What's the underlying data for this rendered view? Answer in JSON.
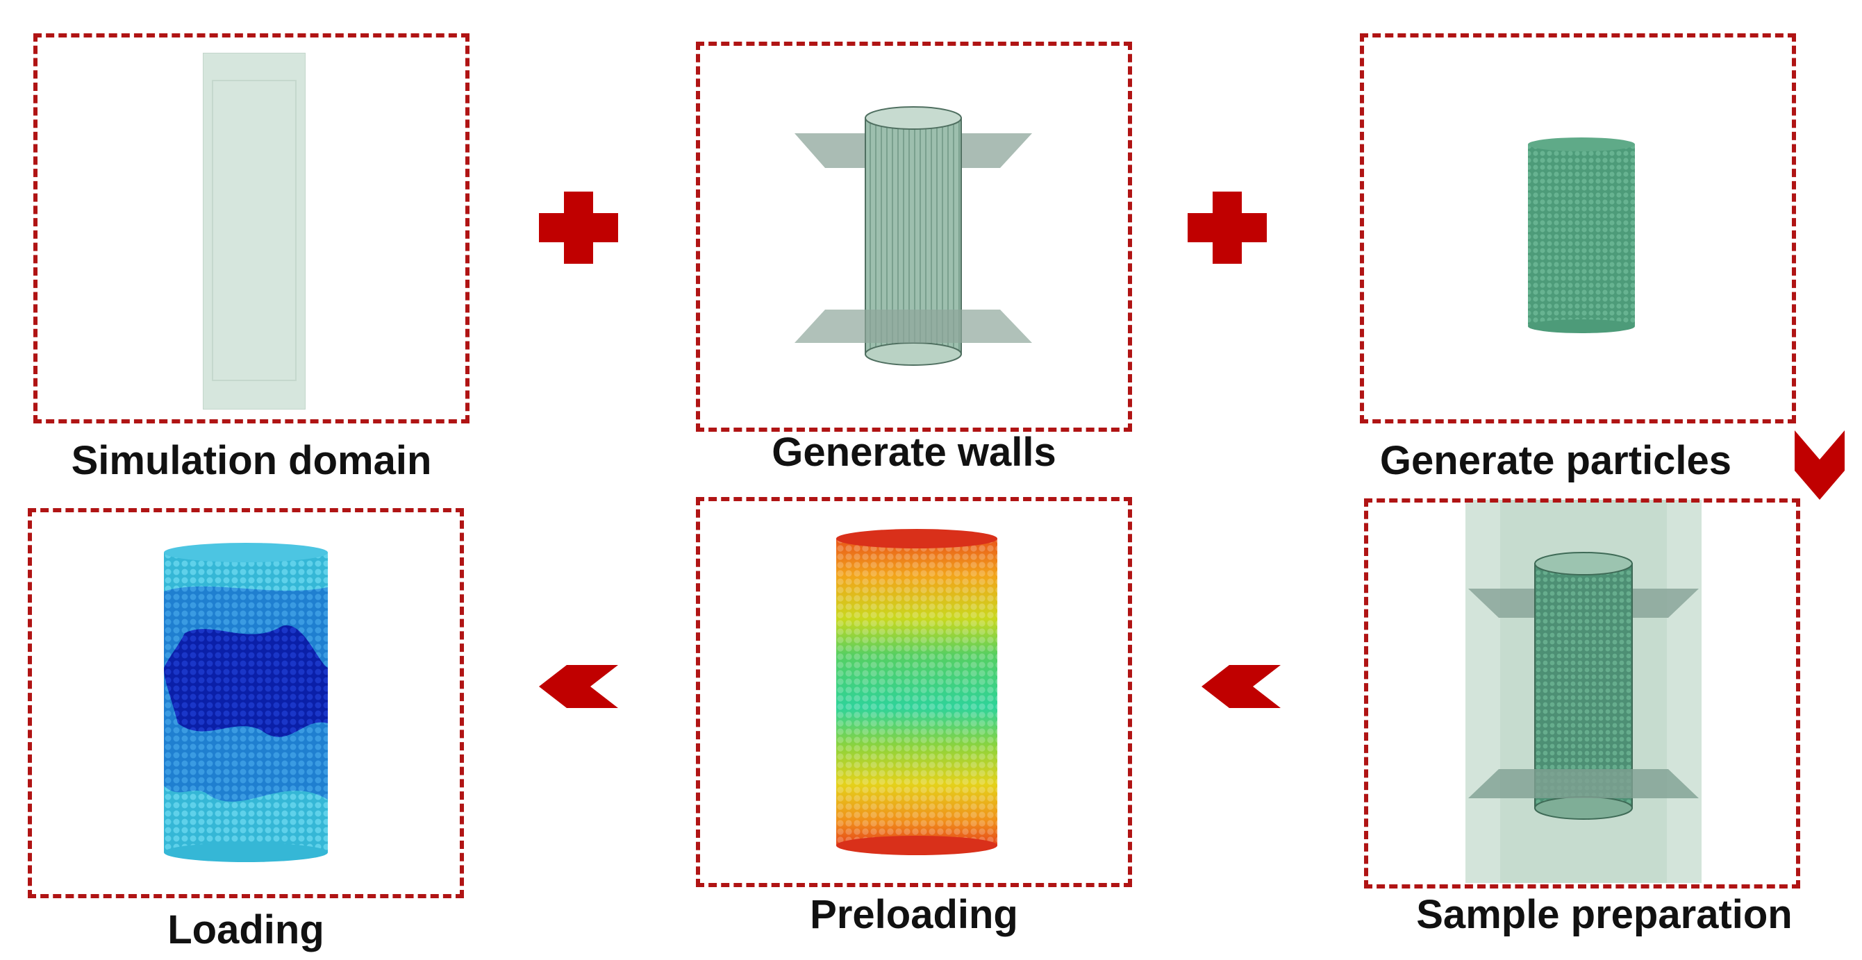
{
  "steps": [
    {
      "id": "simulation-domain",
      "label": "Simulation domain"
    },
    {
      "id": "generate-walls",
      "label": "Generate walls"
    },
    {
      "id": "generate-particles",
      "label": "Generate particles"
    },
    {
      "id": "sample-preparation",
      "label": "Sample preparation"
    },
    {
      "id": "preloading",
      "label": "Preloading"
    },
    {
      "id": "loading",
      "label": "Loading"
    }
  ],
  "connectors": [
    "plus-icon",
    "plus-icon",
    "chevron-down-icon",
    "chevron-left-icon",
    "chevron-left-icon"
  ],
  "colors": {
    "accent": "#c00000",
    "domain_box": "#d6e6dd",
    "wall_gray": "#7f9a8e",
    "particles": "#4fa07e"
  }
}
